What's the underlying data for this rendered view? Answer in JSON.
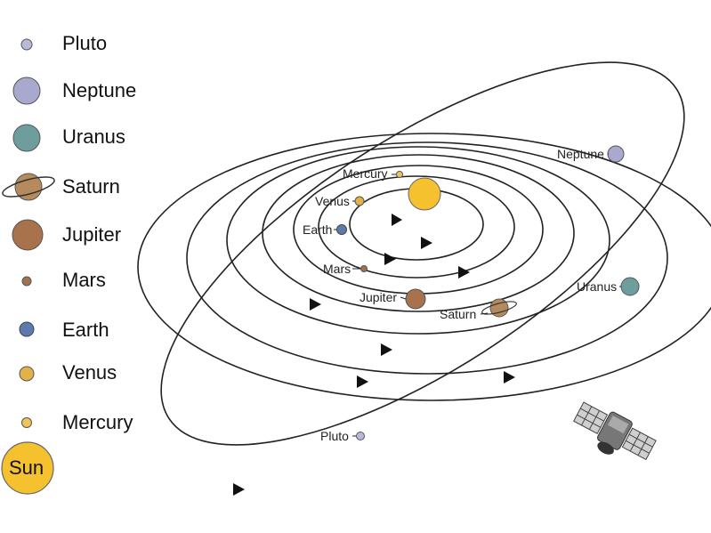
{
  "legend": {
    "items": [
      {
        "label": "Pluto",
        "color": "#b8b8d8"
      },
      {
        "label": "Neptune",
        "color": "#a9a9cf"
      },
      {
        "label": "Uranus",
        "color": "#6e9d9d"
      },
      {
        "label": "Saturn",
        "color": "#b58a5c"
      },
      {
        "label": "Jupiter",
        "color": "#a7724c"
      },
      {
        "label": "Mars",
        "color": "#a0724e"
      },
      {
        "label": "Earth",
        "color": "#5b7bb0"
      },
      {
        "label": "Venus",
        "color": "#e3b14a"
      },
      {
        "label": "Mercury",
        "color": "#f0c45a"
      }
    ],
    "sun": {
      "label": "Sun",
      "color": "#f6c12e"
    }
  },
  "diagram": {
    "labels": {
      "mercury": "Mercury",
      "venus": "Venus",
      "earth": "Earth",
      "mars": "Mars",
      "jupiter": "Jupiter",
      "saturn": "Saturn",
      "uranus": "Uranus",
      "neptune": "Neptune",
      "pluto": "Pluto"
    },
    "icons": {
      "satellite": "satellite-icon"
    }
  }
}
